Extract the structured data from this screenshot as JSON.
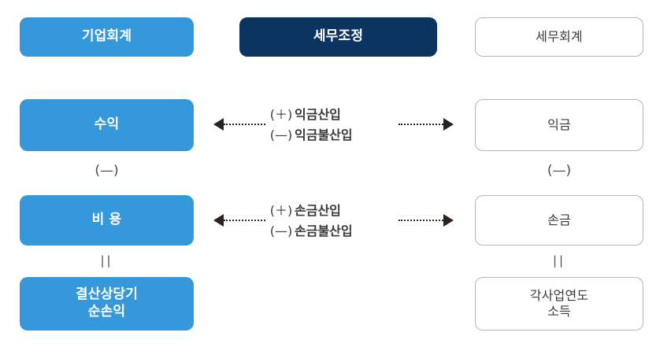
{
  "diagram": {
    "title_row": {
      "corporate_accounting": "기업회계",
      "tax_adjustment": "세무조정",
      "tax_accounting": "세무회계"
    },
    "left_column": {
      "revenue": "수익",
      "minus_operator": "(—)",
      "expense": "비 용",
      "equals_operator": "||",
      "net_income": "결산상당기\n순손익"
    },
    "right_column": {
      "gross_income": "익금",
      "minus_operator": "(—)",
      "deductible_expense": "손금",
      "equals_operator": "||",
      "taxable_income": "각사업연도\n소득"
    },
    "adjustments": {
      "income_block": {
        "add_sign": "(＋)",
        "add_label": "익금산입",
        "subtract_sign": "(—)",
        "subtract_label": "익금불산입"
      },
      "expense_block": {
        "add_sign": "(＋)",
        "add_label": "손금산입",
        "subtract_sign": "(—)",
        "subtract_label": "손금불산입"
      }
    },
    "colors": {
      "blue": "#3498db",
      "navy": "#0b3560",
      "outline_border": "#b5b5b5",
      "text_dark": "#3b3b3b",
      "arrow": "#2b2220",
      "background": "#ffffff"
    }
  }
}
